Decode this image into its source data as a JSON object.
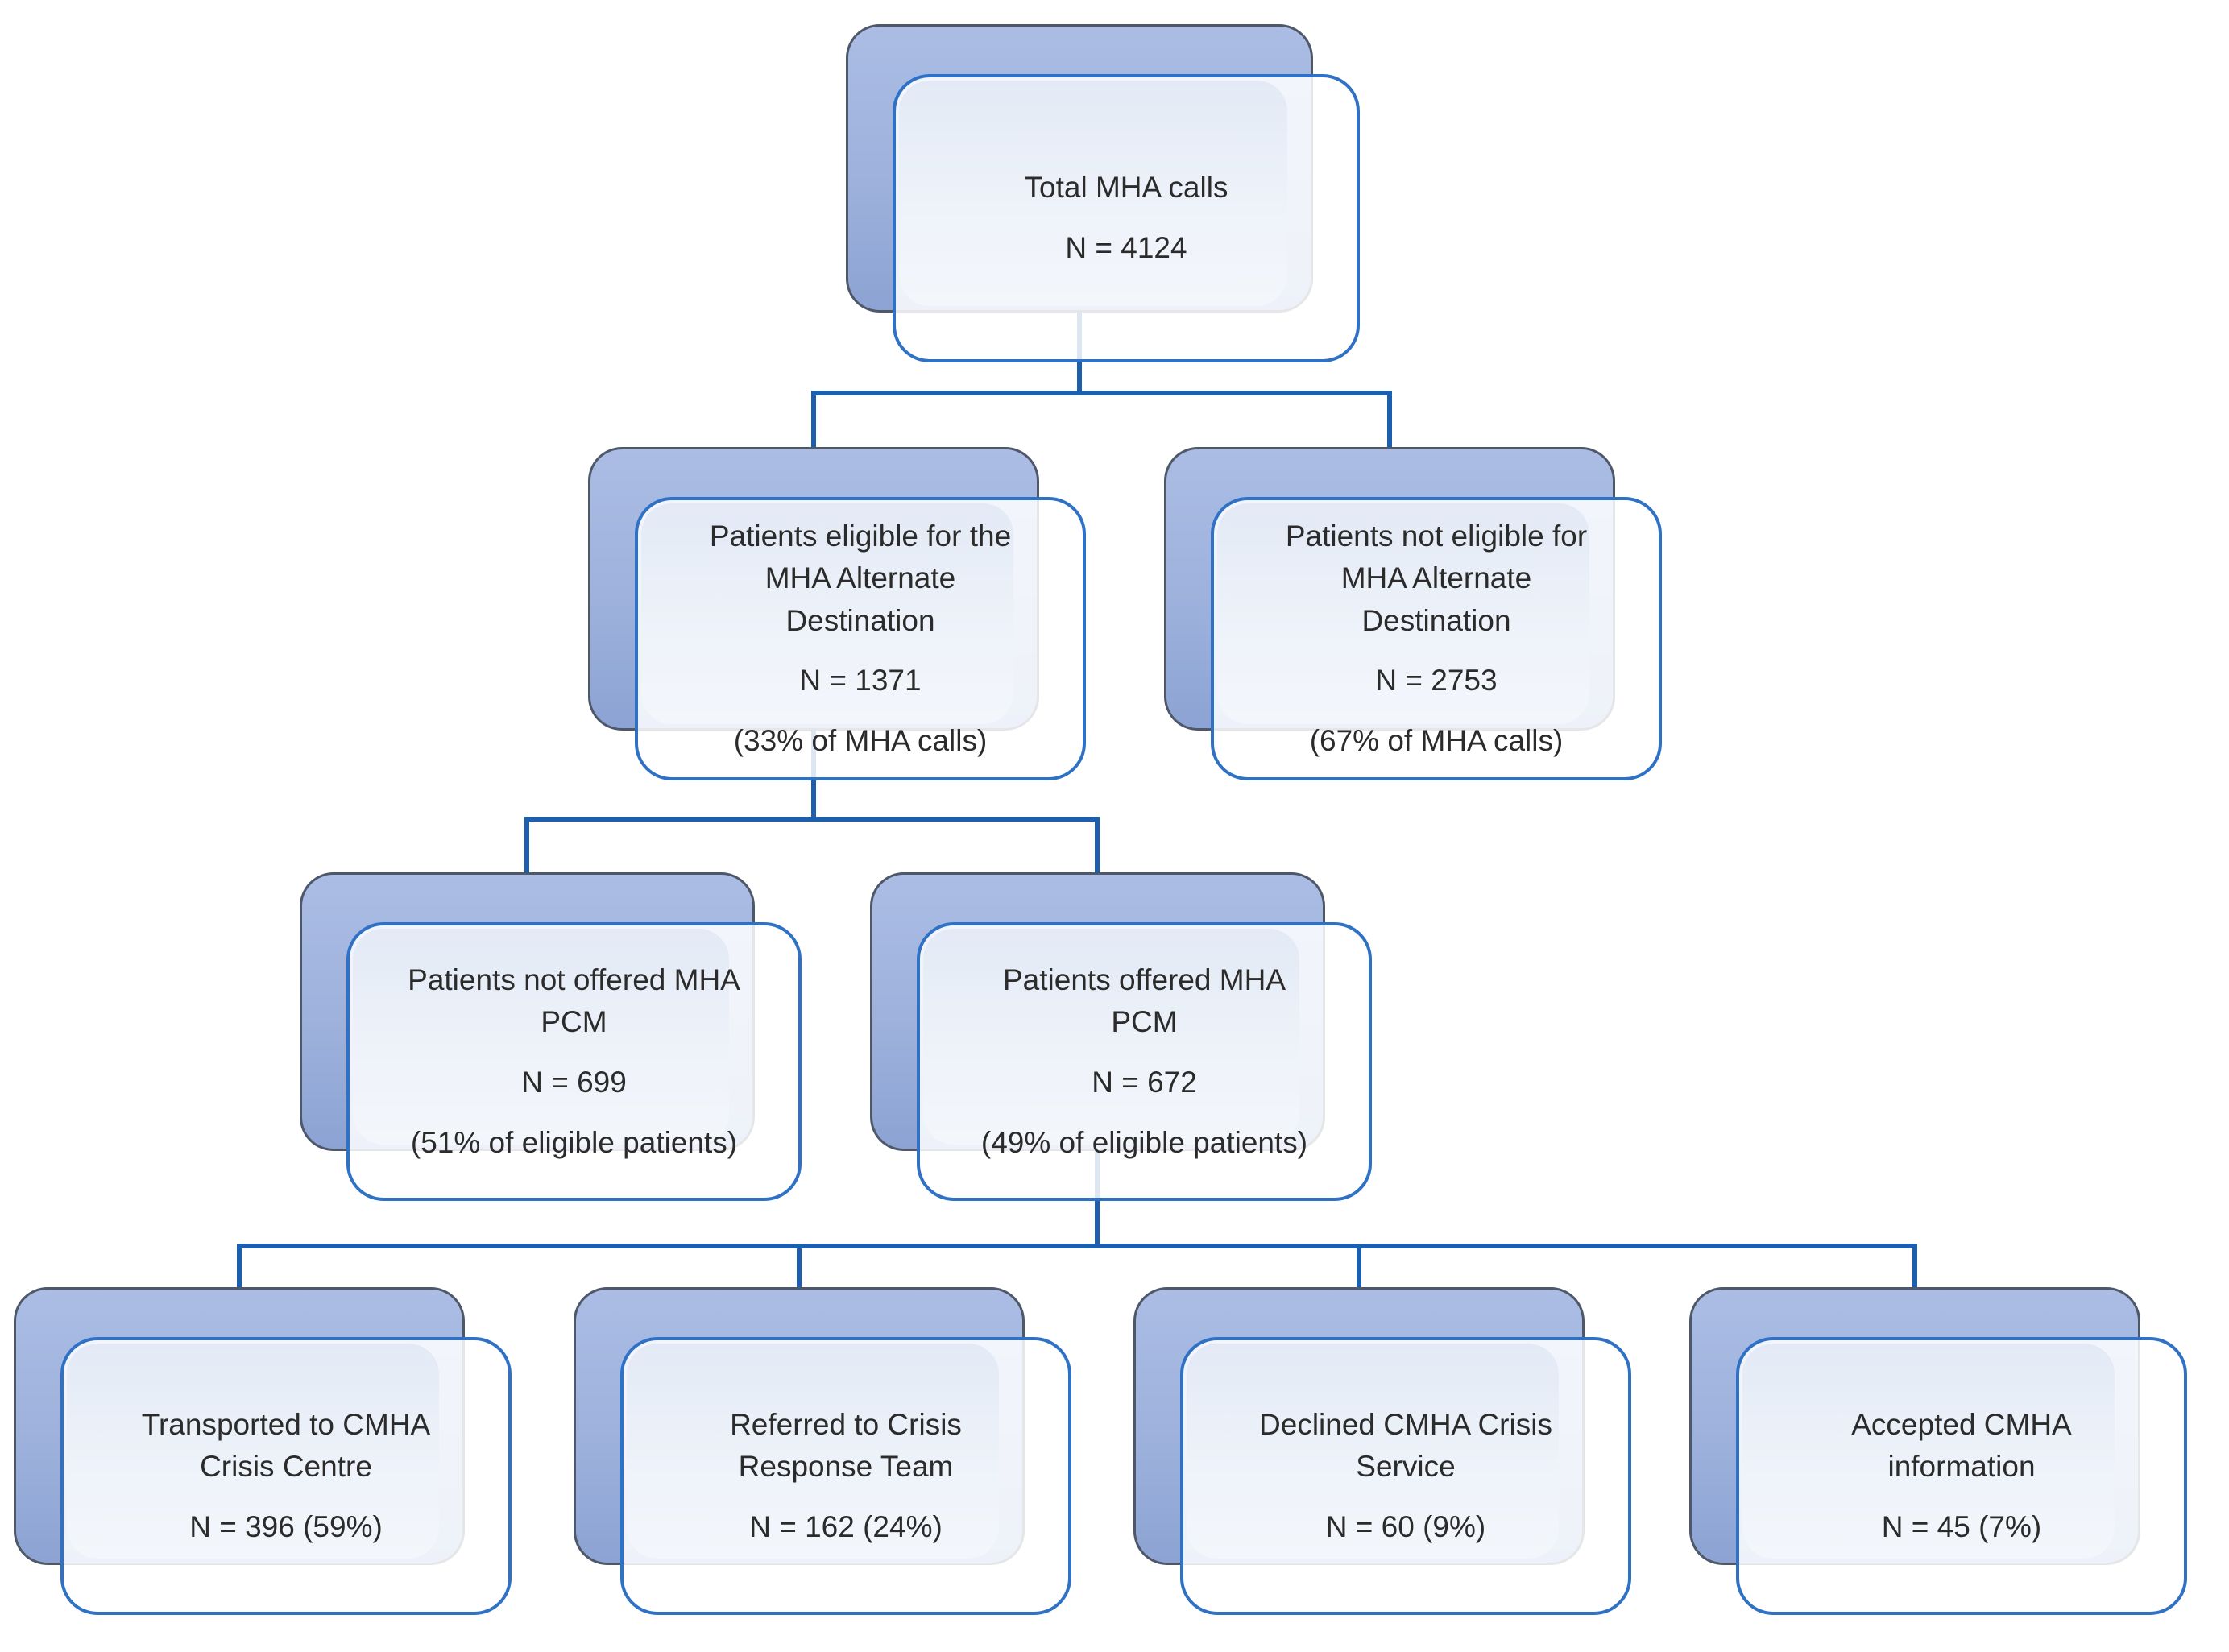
{
  "diagram": {
    "description": "Flowchart of MHA call outcomes",
    "colors": {
      "connector_line": "#1b5fae",
      "card_border": "#2e71c5",
      "card_fill": "#f1f4fa",
      "shadow_fill_top": "#abbde4",
      "shadow_fill_bottom": "#8ca3d3",
      "shadow_border": "#4e5869",
      "text": "#2b2b2b"
    },
    "nodes": {
      "total": {
        "title": "Total MHA calls",
        "n": "N = 4124"
      },
      "eligible": {
        "title": "Patients eligible for the\nMHA Alternate\nDestination",
        "n": "N = 1371",
        "pct": "(33% of MHA calls)"
      },
      "notEligible": {
        "title": "Patients not eligible for\nMHA Alternate\nDestination",
        "n": "N = 2753",
        "pct": "(67% of MHA calls)"
      },
      "notOffered": {
        "title": "Patients not offered MHA\nPCM",
        "n": "N = 699",
        "pct": "(51% of eligible patients)"
      },
      "offered": {
        "title": "Patients offered MHA\nPCM",
        "n": "N = 672",
        "pct": "(49% of eligible patients)"
      },
      "transported": {
        "title": "Transported to CMHA\nCrisis Centre",
        "n": "N = 396 (59%)"
      },
      "referred": {
        "title": "Referred to Crisis\nResponse Team",
        "n": "N = 162 (24%)"
      },
      "declined": {
        "title": "Declined CMHA Crisis\nService",
        "n": "N = 60 (9%)"
      },
      "accepted": {
        "title": "Accepted CMHA\ninformation",
        "n": "N = 45 (7%)"
      }
    }
  }
}
